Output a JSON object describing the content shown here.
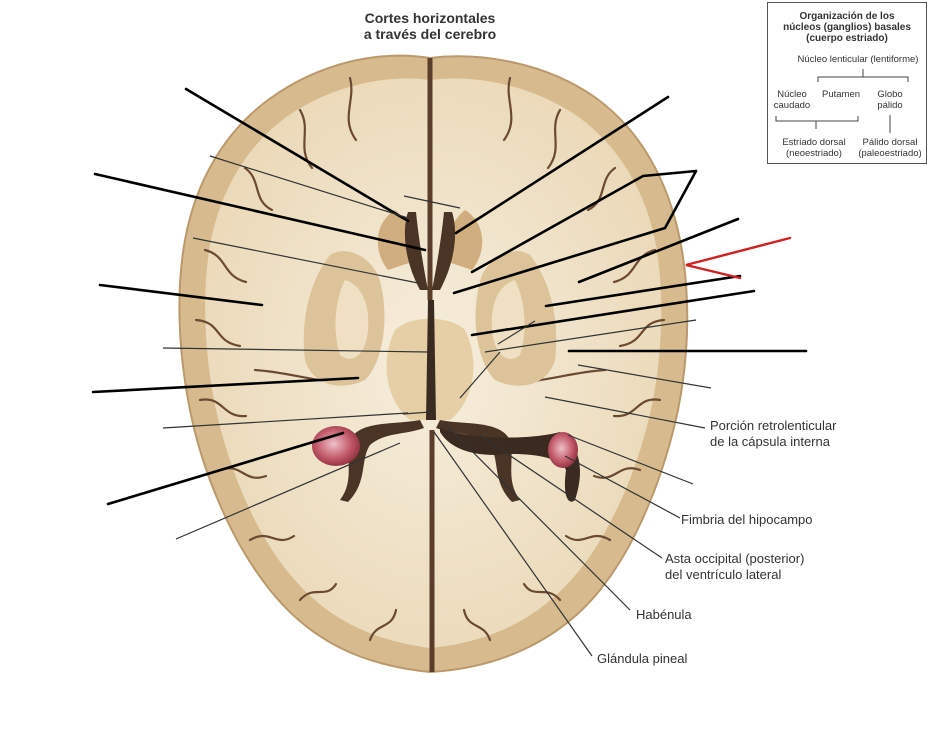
{
  "title": {
    "line1": "Cortes horizontales",
    "line2": "a través del cerebro"
  },
  "labels": {
    "retrolenticular_1": "Porción retrolenticular",
    "retrolenticular_2": "de la cápsula interna",
    "fimbria": "Fimbria del hipocampo",
    "asta_1": "Asta occipital (posterior)",
    "asta_2": "del ventrículo lateral",
    "habenula": "Habénula",
    "pineal": "Glándula pineal"
  },
  "legend_box": {
    "heading_1": "Organización de los",
    "heading_2": "núcleos (ganglios) basales",
    "heading_3": "(cuerpo estriado)",
    "lenticular": "Núcleo lenticular (lentiforme)",
    "caudado_1": "Núcleo",
    "caudado_2": "caudado",
    "putamen": "Putamen",
    "globo_1": "Globo",
    "globo_2": "pálido",
    "estriado_1": "Estriado dorsal",
    "estriado_2": "(neoestriado)",
    "palido_1": "Pálido dorsal",
    "palido_2": "(paleoestriado)"
  },
  "colors": {
    "white_matter": "#f3e7cf",
    "gray_matter": "#d6b88b",
    "sulcus": "#5a3d2a",
    "ventricle": "#3b2a20",
    "choroid": "#b8505e",
    "leader_thick": "#000000",
    "leader_thin": "#333333",
    "leader_red": "#d02020"
  }
}
